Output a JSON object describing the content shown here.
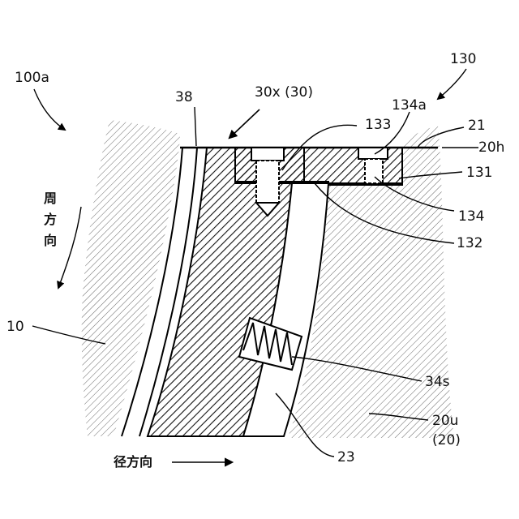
{
  "labels": {
    "assembly": "100a",
    "unit": "130",
    "seal": "38",
    "member": "30x (30)",
    "notch": "134a",
    "bolt": "133",
    "housing_top": "21",
    "housing_surface": "20h",
    "pocket": "131",
    "recess": "134",
    "plate": "132",
    "spring": "34s",
    "rotor": "10",
    "housing": "20u",
    "housing_ref": "(20)",
    "gap": "23"
  },
  "directions": {
    "circumferential": [
      "周",
      "方",
      "向"
    ],
    "radial": "径方向"
  }
}
